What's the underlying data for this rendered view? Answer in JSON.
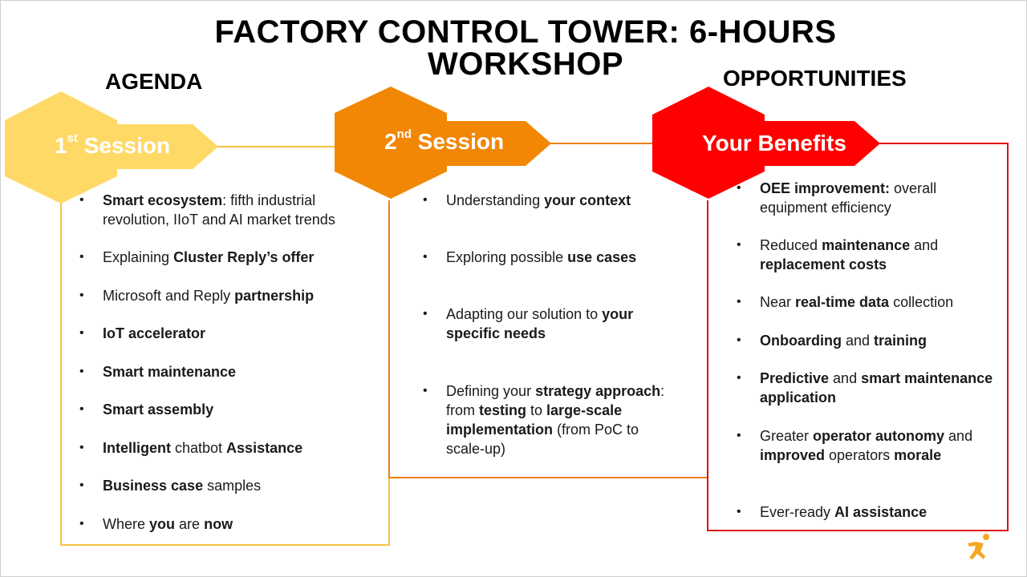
{
  "title": "FACTORY CONTROL TOWER: 6-HOURS WORKSHOP",
  "headings": {
    "agenda": "AGENDA",
    "opportunities": "OPPORTUNITIES"
  },
  "colors": {
    "session1": "#FFD966",
    "session2": "#F28705",
    "benefits": "#FF0000",
    "session1_border": "#F5C242",
    "session2_border": "#EF7D0D",
    "benefits_border": "#E01010"
  },
  "sessions": {
    "first": {
      "label_main": "1",
      "label_sup": "st",
      "label_rest": " Session"
    },
    "second": {
      "label_main": "2",
      "label_sup": "nd",
      "label_rest": " Session"
    },
    "benefits": {
      "label": "Your Benefits"
    }
  },
  "session1_items": [
    {
      "parts": [
        {
          "text": "Smart ecosystem",
          "bold": true
        },
        {
          "text": ": fifth industrial revolution, IIoT and AI market trends",
          "bold": false
        }
      ]
    },
    {
      "parts": [
        {
          "text": "Explaining ",
          "bold": false
        },
        {
          "text": "Cluster Reply’s offer",
          "bold": true
        }
      ]
    },
    {
      "parts": [
        {
          "text": "Microsoft and Reply ",
          "bold": false
        },
        {
          "text": "partnership",
          "bold": true
        }
      ]
    },
    {
      "parts": [
        {
          "text": "IoT accelerator",
          "bold": true
        }
      ]
    },
    {
      "parts": [
        {
          "text": "Smart maintenance",
          "bold": true
        }
      ]
    },
    {
      "parts": [
        {
          "text": "Smart assembly",
          "bold": true
        }
      ]
    },
    {
      "parts": [
        {
          "text": "Intelligent",
          "bold": true
        },
        {
          "text": " chatbot ",
          "bold": false
        },
        {
          "text": "Assistance",
          "bold": true
        }
      ]
    },
    {
      "parts": [
        {
          "text": "Business case",
          "bold": true
        },
        {
          "text": " samples",
          "bold": false
        }
      ]
    },
    {
      "parts": [
        {
          "text": "Where ",
          "bold": false
        },
        {
          "text": "you",
          "bold": true
        },
        {
          "text": " are ",
          "bold": false
        },
        {
          "text": "now",
          "bold": true
        }
      ]
    }
  ],
  "session2_items": [
    {
      "parts": [
        {
          "text": "Understanding ",
          "bold": false
        },
        {
          "text": "your context",
          "bold": true
        }
      ]
    },
    {
      "parts": [
        {
          "text": "Exploring possible ",
          "bold": false
        },
        {
          "text": "use cases",
          "bold": true
        }
      ]
    },
    {
      "parts": [
        {
          "text": "Adapting our solution to ",
          "bold": false
        },
        {
          "text": "your specific needs",
          "bold": true
        }
      ]
    },
    {
      "parts": [
        {
          "text": "Defining your ",
          "bold": false
        },
        {
          "text": "strategy approach",
          "bold": true
        },
        {
          "text": ": from ",
          "bold": false
        },
        {
          "text": "testing",
          "bold": true
        },
        {
          "text": " to ",
          "bold": false
        },
        {
          "text": "large-scale implementation",
          "bold": true
        },
        {
          "text": " (from PoC to scale-up)",
          "bold": false
        }
      ]
    }
  ],
  "benefits_items": [
    {
      "parts": [
        {
          "text": "OEE improvement:",
          "bold": true
        },
        {
          "text": " overall equipment efficiency",
          "bold": false
        }
      ]
    },
    {
      "parts": [
        {
          "text": "Reduced ",
          "bold": false
        },
        {
          "text": "maintenance",
          "bold": true
        },
        {
          "text": " and ",
          "bold": false
        },
        {
          "text": "replacement costs",
          "bold": true
        }
      ]
    },
    {
      "parts": [
        {
          "text": "Near ",
          "bold": false
        },
        {
          "text": "real-time data",
          "bold": true
        },
        {
          "text": " collection",
          "bold": false
        }
      ]
    },
    {
      "parts": [
        {
          "text": "Onboarding",
          "bold": true
        },
        {
          "text": " and ",
          "bold": false
        },
        {
          "text": "training",
          "bold": true
        }
      ]
    },
    {
      "parts": [
        {
          "text": "Predictive",
          "bold": true
        },
        {
          "text": " and ",
          "bold": false
        },
        {
          "text": "smart maintenance application",
          "bold": true
        }
      ]
    },
    {
      "parts": [
        {
          "text": "Greater ",
          "bold": false
        },
        {
          "text": "operator autonomy",
          "bold": true
        },
        {
          "text": " and ",
          "bold": false
        },
        {
          "text": "improved",
          "bold": true
        },
        {
          "text": " operators ",
          "bold": false
        },
        {
          "text": "morale",
          "bold": true
        }
      ]
    },
    {
      "parts": [
        {
          "text": "Ever-ready ",
          "bold": false
        },
        {
          "text": "AI assistance",
          "bold": true
        }
      ]
    }
  ],
  "logo": {
    "icon": "running-figure-icon"
  }
}
